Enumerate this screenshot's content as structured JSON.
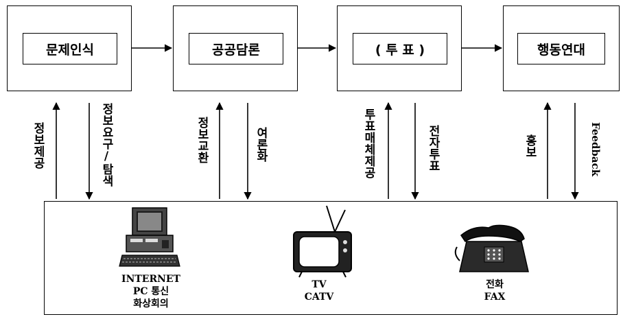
{
  "stages": [
    {
      "label": "문제인식"
    },
    {
      "label": "공공담론"
    },
    {
      "label": "( 투 표 )"
    },
    {
      "label": "행동연대"
    }
  ],
  "flows": [
    {
      "up": "정보제공",
      "down": "정보요구/탐색"
    },
    {
      "up": "정보교환",
      "down": "여론화"
    },
    {
      "up": "투표매체제공",
      "down": "전자투표"
    },
    {
      "up": "홍보",
      "down": "Feedback"
    }
  ],
  "media": [
    {
      "line1": "INTERNET",
      "line2": "PC 통신",
      "line3": "화상회의"
    },
    {
      "line1": "TV",
      "line2": "CATV"
    },
    {
      "line1": "전화",
      "line2": "FAX"
    }
  ]
}
